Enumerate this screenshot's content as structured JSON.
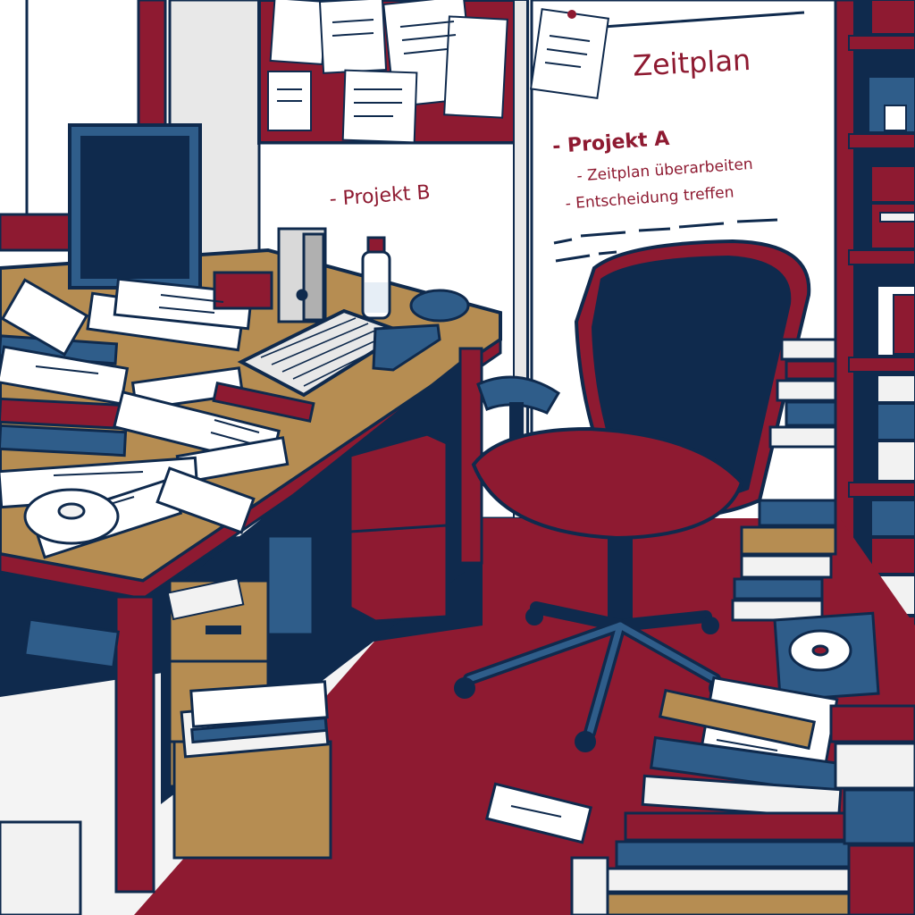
{
  "whiteboard": {
    "title": "Zeitplan",
    "heading": "- Projekt A",
    "item_1": "- Zeitplan überarbeiten",
    "item_2": "- Entscheidung treffen"
  },
  "wall_note": {
    "text": "- Projekt B"
  },
  "colors": {
    "red": "#8e1a31",
    "navy": "#0f2a4d",
    "blue": "#2f5d8a",
    "tan": "#b68d52",
    "paper": "#f2f2f2"
  }
}
